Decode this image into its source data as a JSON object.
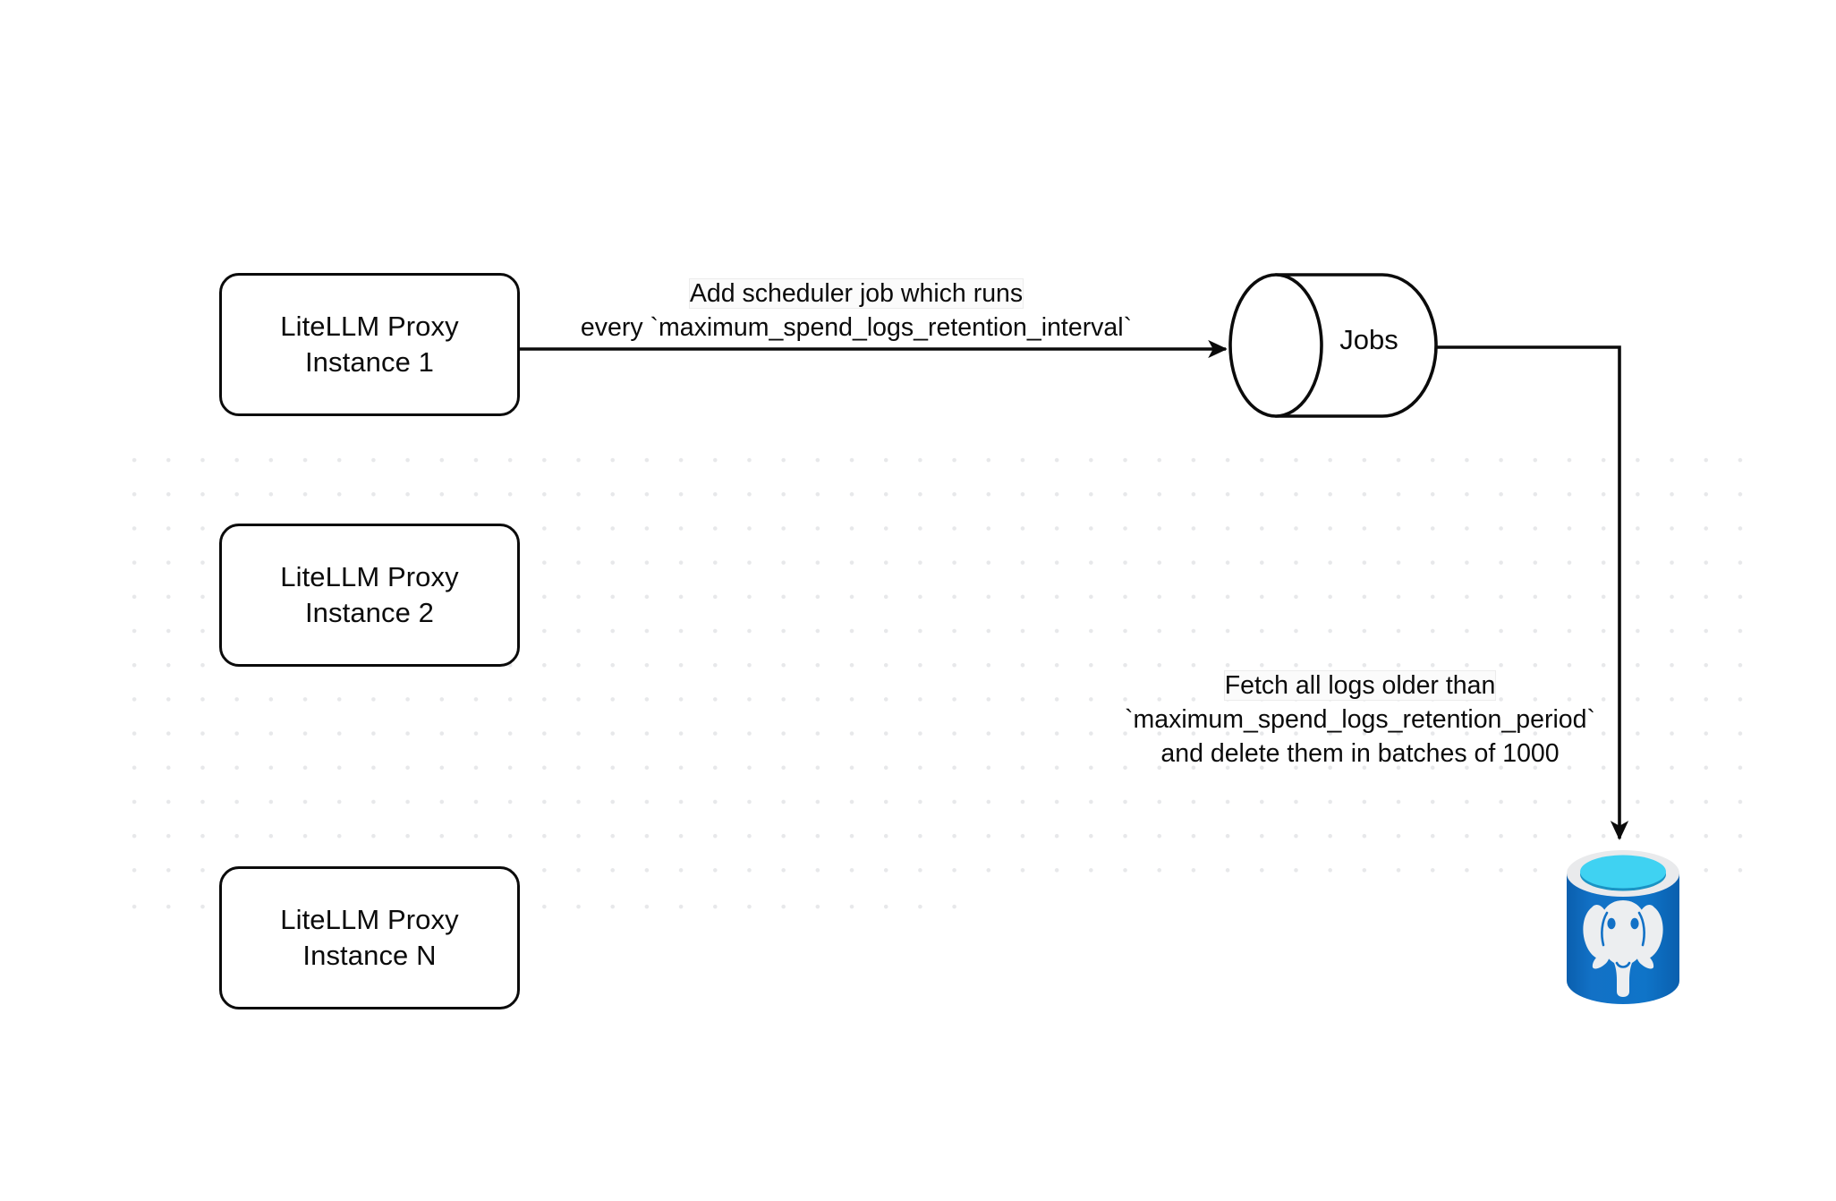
{
  "diagram": {
    "title": "LiteLLM spend logs retention scheduler flow",
    "background": {
      "color": "#ffffff",
      "dot_color": "#e7e8ea",
      "dot_spacing": 38
    },
    "nodes": [
      {
        "id": "proxy-instance-1",
        "shape": "rounded-rectangle",
        "line1": "LiteLLM Proxy",
        "line2": "Instance 1",
        "stroke": "#0b0b0b",
        "fill": "#ffffff"
      },
      {
        "id": "proxy-instance-2",
        "shape": "rounded-rectangle",
        "line1": "LiteLLM Proxy",
        "line2": "Instance 2",
        "stroke": "#0b0b0b",
        "fill": "#ffffff"
      },
      {
        "id": "proxy-instance-n",
        "shape": "rounded-rectangle",
        "line1": "LiteLLM Proxy",
        "line2": "Instance N",
        "stroke": "#0b0b0b",
        "fill": "#ffffff"
      },
      {
        "id": "jobs-queue",
        "shape": "horizontal-cylinder",
        "label": "Jobs",
        "stroke": "#0b0b0b",
        "fill": "#ffffff"
      },
      {
        "id": "postgres-database",
        "shape": "database-cylinder-icon",
        "label": "",
        "body_color": "#1271c6",
        "body_color_dark": "#0a5fae",
        "rim_color": "#e9eaec",
        "top_color": "#3fd2f2",
        "top_shadow_color": "#1a93c4",
        "elephant_color": "#eceef0"
      }
    ],
    "edges": [
      {
        "id": "instance1-to-jobs",
        "from": "proxy-instance-1",
        "to": "jobs-queue",
        "arrow": "end",
        "label_line1": "Add scheduler job which runs",
        "label_line2": "every `maximum_spend_logs_retention_interval`"
      },
      {
        "id": "jobs-to-postgres",
        "from": "jobs-queue",
        "to": "postgres-database",
        "arrow": "end",
        "routing": "orthogonal-elbow",
        "label_line1": "Fetch all logs older than",
        "label_line2": "`maximum_spend_logs_retention_period`",
        "label_line3": "and delete them in batches of 1000"
      }
    ]
  }
}
